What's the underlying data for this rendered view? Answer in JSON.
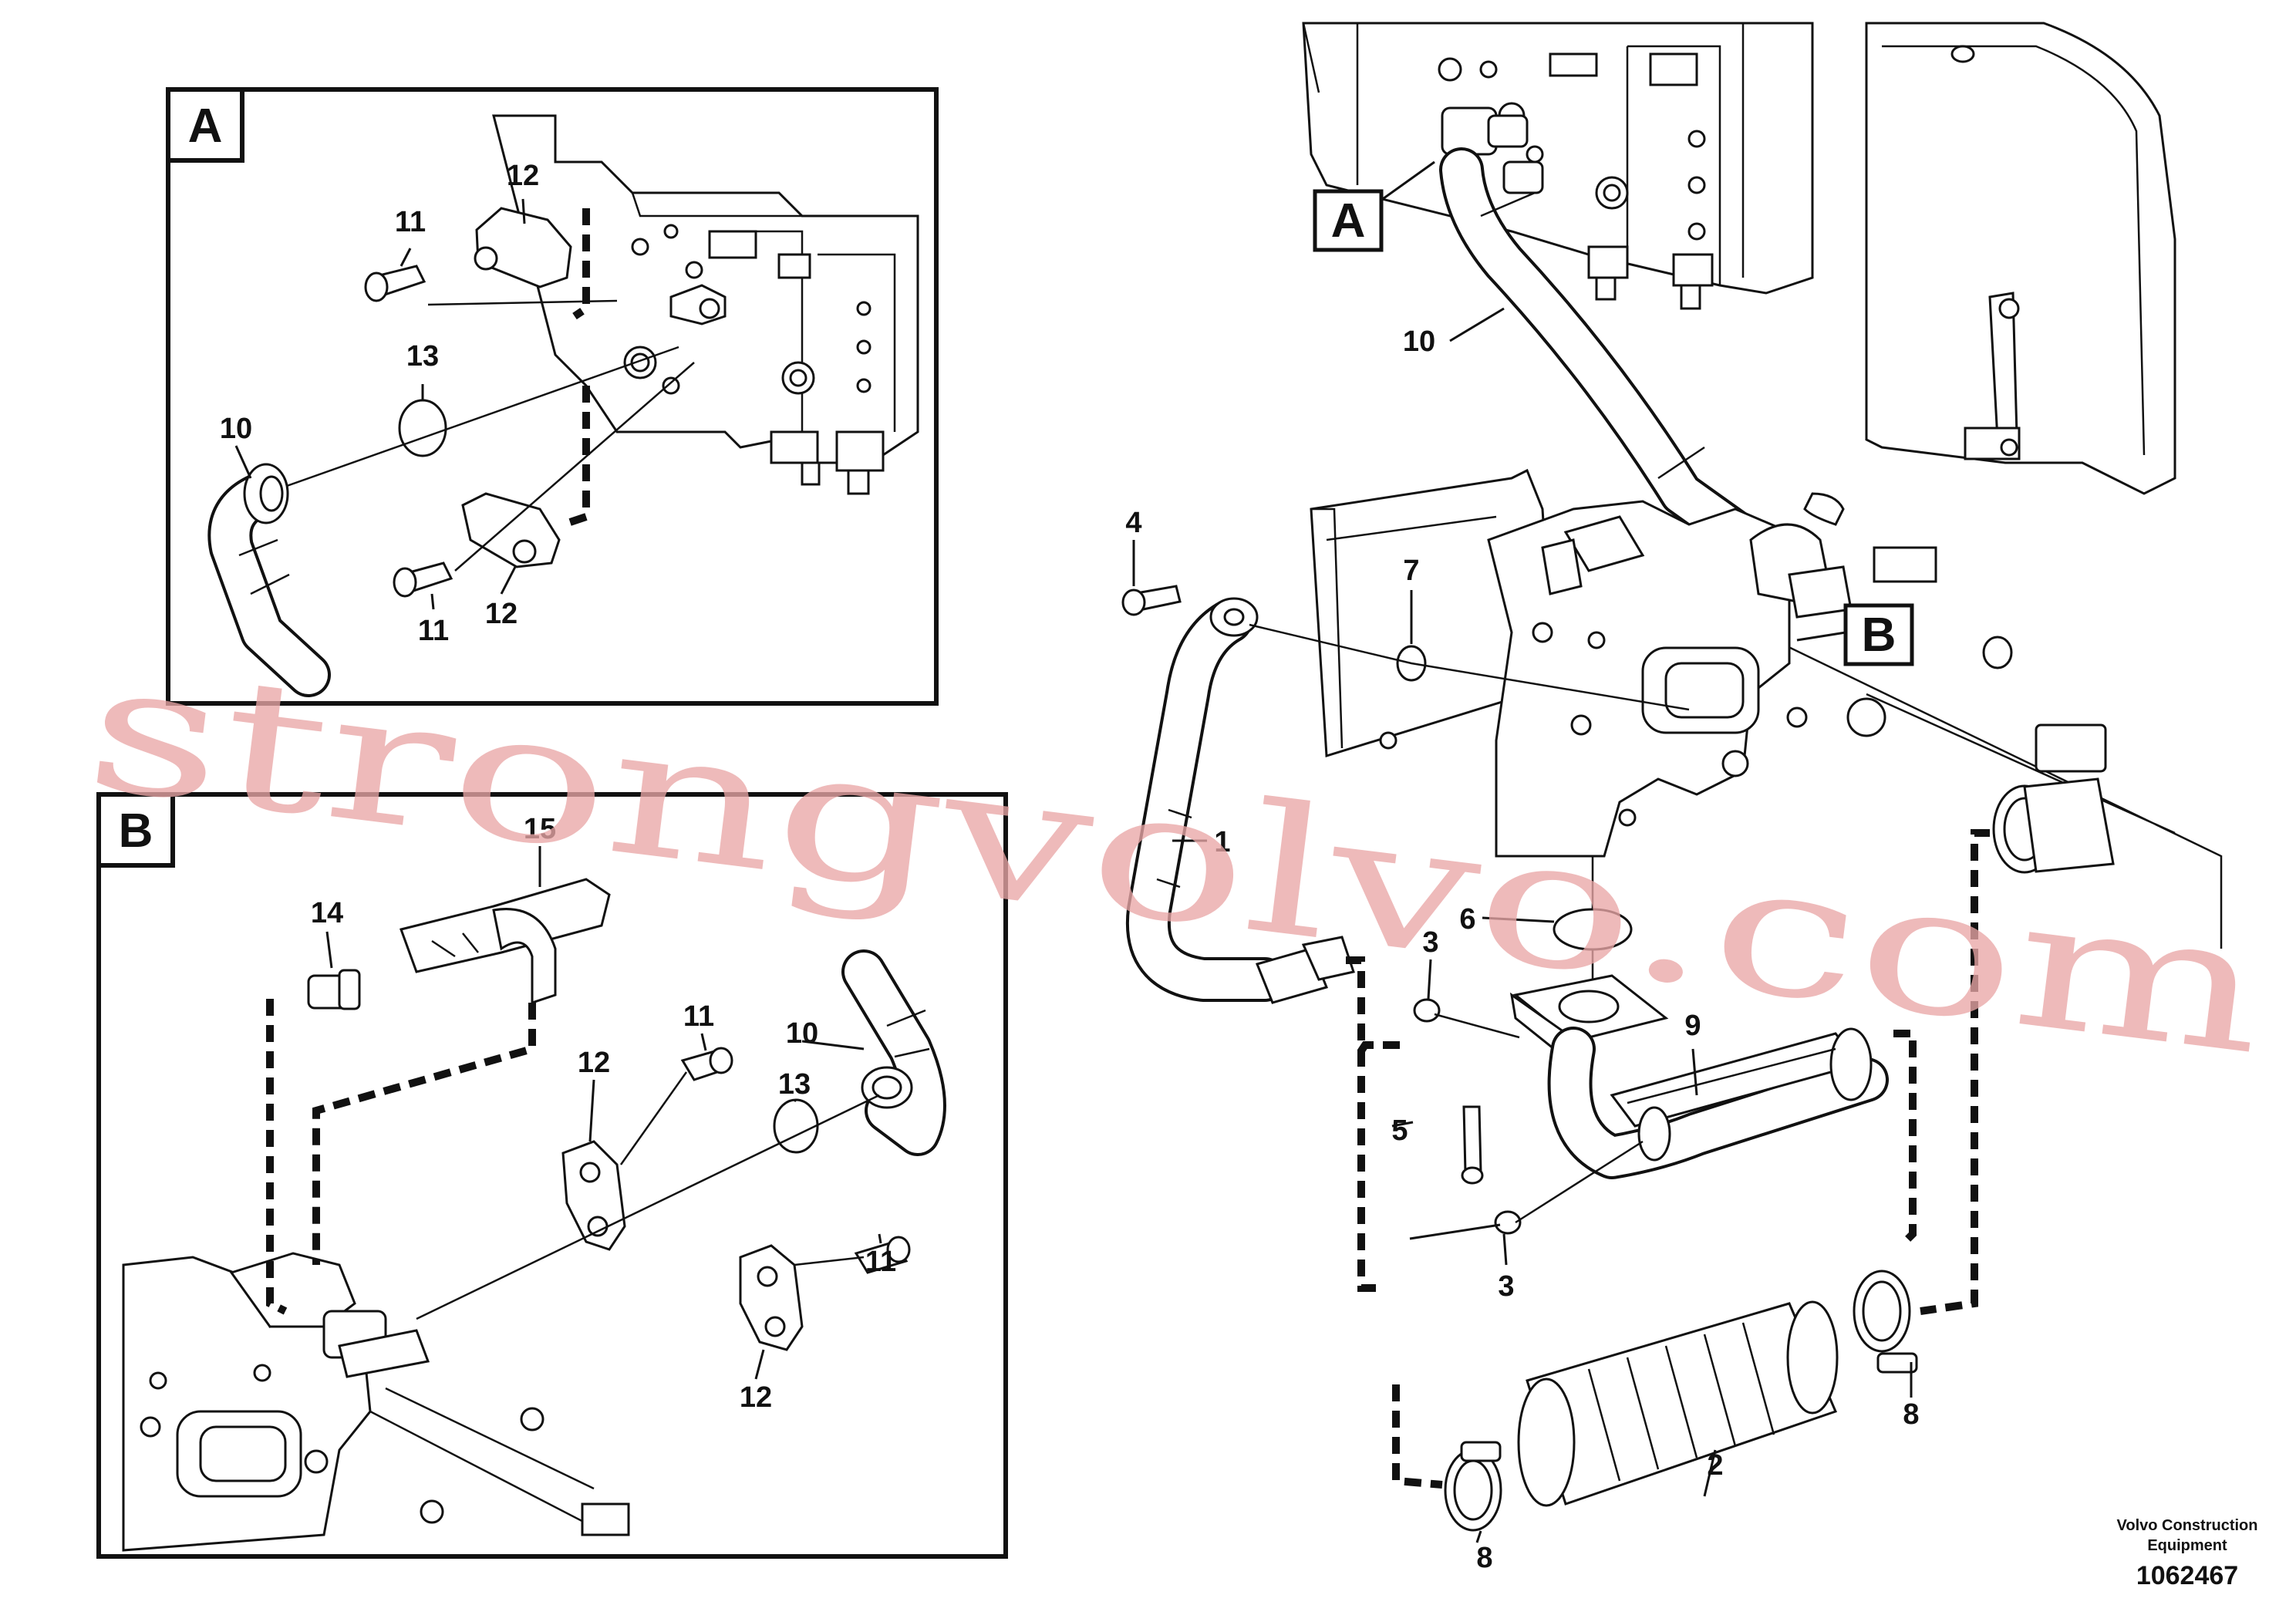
{
  "views": {
    "A": {
      "tag": "A"
    },
    "B": {
      "tag": "B"
    }
  },
  "main_tags": {
    "A": "A",
    "B": "B"
  },
  "callouts": {
    "a_11_top": "11",
    "a_12_top": "12",
    "a_13": "13",
    "a_10": "10",
    "a_11_bot": "11",
    "a_12_bot": "12",
    "b_15": "15",
    "b_14": "14",
    "b_11_top": "11",
    "b_12_top": "12",
    "b_10": "10",
    "b_13": "13",
    "b_11_bot": "11",
    "b_12_bot": "12",
    "m_10": "10",
    "m_4": "4",
    "m_7": "7",
    "m_1": "1",
    "m_6": "6",
    "m_3_top": "3",
    "m_9": "9",
    "m_5": "5",
    "m_3_bot": "3",
    "m_8_right": "8",
    "m_2": "2",
    "m_8_bot": "8"
  },
  "footer": {
    "company_line1": "Volvo Construction",
    "company_line2": "Equipment",
    "drawing_number": "1062467"
  },
  "watermark": {
    "text": "strongvolvo.com",
    "color": "#e9a6a6"
  }
}
